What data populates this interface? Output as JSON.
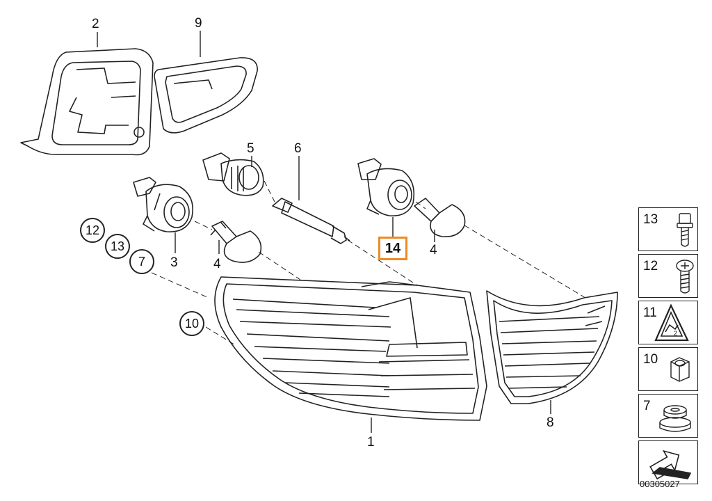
{
  "callouts": {
    "c1": "1",
    "c2": "2",
    "c3": "3",
    "c4a": "4",
    "c4b": "4",
    "c5": "5",
    "c6": "6",
    "c7": "7",
    "c8": "8",
    "c9": "9",
    "c10": "10",
    "c12": "12",
    "c13": "13",
    "c14": "14"
  },
  "legend": [
    {
      "number": "13",
      "icon": "bolt-icon"
    },
    {
      "number": "12",
      "icon": "screw-icon"
    },
    {
      "number": "11",
      "icon": "warning-label-icon"
    },
    {
      "number": "10",
      "icon": "hex-nut-icon"
    },
    {
      "number": "7",
      "icon": "grommet-icon"
    },
    {
      "number": "",
      "icon": "arrow-icon"
    }
  ],
  "catalog_number": "00305027",
  "colors": {
    "highlight": "#f08a24",
    "line": "#222222"
  }
}
